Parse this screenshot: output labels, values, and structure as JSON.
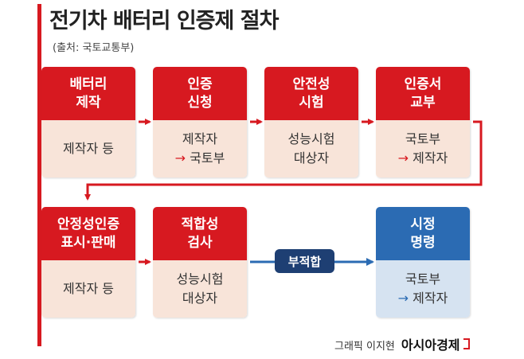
{
  "header": {
    "title": "전기차 배터리 인증제 절차",
    "source": "(출처: 국토교통부)"
  },
  "steps": [
    {
      "title_lines": [
        "배터리",
        "제작"
      ],
      "body_lines": [
        "제작자 등"
      ]
    },
    {
      "title_lines": [
        "인증",
        "신청"
      ],
      "body_lines": [
        "제작자",
        "→ 국토부"
      ]
    },
    {
      "title_lines": [
        "안전성",
        "시험"
      ],
      "body_lines": [
        "성능시험",
        "대상자"
      ]
    },
    {
      "title_lines": [
        "인증서",
        "교부"
      ],
      "body_lines": [
        "국토부",
        "→ 제작자"
      ]
    },
    {
      "title_lines": [
        "안정성인증",
        "표시·판매"
      ],
      "body_lines": [
        "제작자 등"
      ]
    },
    {
      "title_lines": [
        "적합성",
        "검사"
      ],
      "body_lines": [
        "성능시험",
        "대상자"
      ]
    },
    {
      "title_lines": [
        "시정",
        "명령"
      ],
      "body_lines": [
        "국토부",
        "→ 제작자"
      ]
    }
  ],
  "branch_label": "부적합",
  "credit": {
    "byline": "그래픽 이지현",
    "brand": "아시아경제"
  },
  "colors": {
    "red": "#d71920",
    "red_light": "#f8e4d9",
    "blue": "#2b6bb3",
    "blue_light": "#d6e3f1",
    "navy": "#1e3f73"
  }
}
